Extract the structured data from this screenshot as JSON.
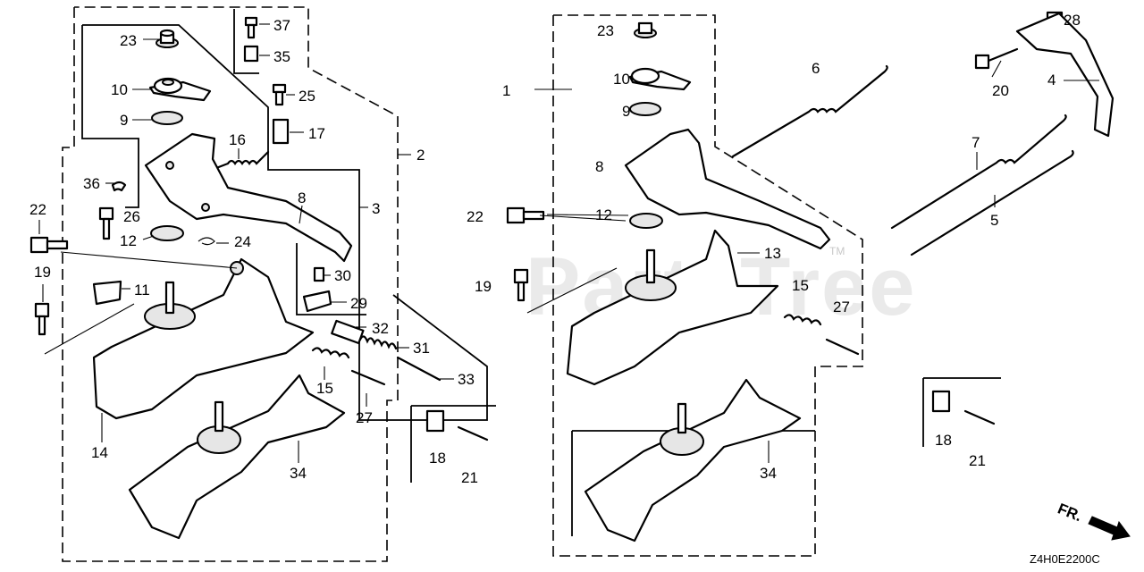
{
  "diagram": {
    "watermark": "PartsTree",
    "trademark": "TM",
    "code": "Z4H0E2200C",
    "direction_label": "FR."
  },
  "callouts": {
    "left": [
      "37",
      "35",
      "23",
      "10",
      "25",
      "9",
      "17",
      "16",
      "2",
      "36",
      "8",
      "3",
      "22",
      "26",
      "24",
      "12",
      "30",
      "19",
      "11",
      "29",
      "32",
      "31",
      "15",
      "33",
      "27",
      "14",
      "18",
      "21",
      "34"
    ],
    "right": [
      "23",
      "10",
      "9",
      "8",
      "1",
      "6",
      "7",
      "12",
      "22",
      "13",
      "19",
      "15",
      "27",
      "34",
      "5",
      "28",
      "20",
      "4",
      "18",
      "21"
    ]
  }
}
